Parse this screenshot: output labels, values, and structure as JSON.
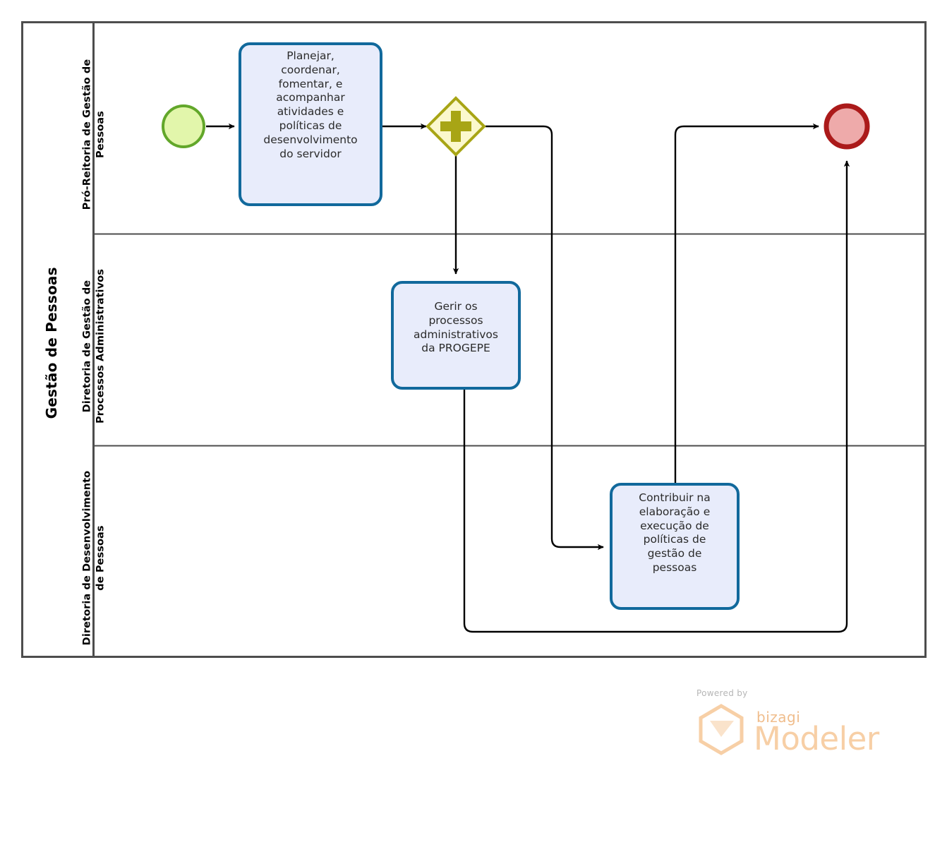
{
  "diagram": {
    "type": "bpmn-process",
    "pool": {
      "title": "Gestão de Pessoas",
      "lanes": [
        {
          "id": "lane-proreitoria",
          "title": "Pró-Reitoria de Gestão de\nPessoas"
        },
        {
          "id": "lane-processos",
          "title": "Diretoria de Gestão de\nProcessos Administrativos"
        },
        {
          "id": "lane-desenvolvimento",
          "title": "Diretoria de Desenvolvimento\nde Pessoas"
        }
      ]
    },
    "nodes": [
      {
        "id": "start-event",
        "type": "start-event",
        "lane": "lane-proreitoria",
        "label": "",
        "fill": "#e2f6ab",
        "stroke": "#62a72a"
      },
      {
        "id": "task-planejar",
        "type": "task",
        "lane": "lane-proreitoria",
        "label": "Planejar,\ncoordenar,\nfomentar, e\nacompanhar\natividades e\npolíticas de\ndesenvolvimento\ndo servidor",
        "fill": "#e8ecfb",
        "stroke": "#11699c"
      },
      {
        "id": "gateway-parallel",
        "type": "parallel-gateway",
        "lane": "lane-proreitoria",
        "label": "",
        "fill": "#fbf8cd",
        "stroke": "#a8a515"
      },
      {
        "id": "task-gerir",
        "type": "task",
        "lane": "lane-processos",
        "label": "Gerir os\nprocessos\nadministrativos\nda PROGEPE",
        "fill": "#e8ecfb",
        "stroke": "#11699c"
      },
      {
        "id": "task-contribuir",
        "type": "task",
        "lane": "lane-desenvolvimento",
        "label": "Contribuir na\nelaboração e\nexecução de\npolíticas de\ngestão de\npessoas",
        "fill": "#e8ecfb",
        "stroke": "#11699c"
      },
      {
        "id": "end-event",
        "type": "end-event",
        "lane": "lane-proreitoria",
        "label": "",
        "fill": "#eeaaaa",
        "stroke": "#ab1a1a"
      }
    ],
    "flows": [
      {
        "id": "flow-start-planejar",
        "from": "start-event",
        "to": "task-planejar",
        "label": ""
      },
      {
        "id": "flow-planejar-gateway",
        "from": "task-planejar",
        "to": "gateway-parallel",
        "label": ""
      },
      {
        "id": "flow-gateway-gerir",
        "from": "gateway-parallel",
        "to": "task-gerir",
        "label": ""
      },
      {
        "id": "flow-gateway-contribuir",
        "from": "gateway-parallel",
        "to": "task-contribuir",
        "label": ""
      },
      {
        "id": "flow-contribuir-end",
        "from": "task-contribuir",
        "to": "end-event",
        "label": ""
      },
      {
        "id": "flow-gerir-end",
        "from": "task-gerir",
        "to": "end-event",
        "label": ""
      }
    ]
  },
  "watermark": {
    "powered_by": "Powered by",
    "brand": "bizagi",
    "product": "Modeler",
    "brand_color": "#f0bd8c"
  }
}
